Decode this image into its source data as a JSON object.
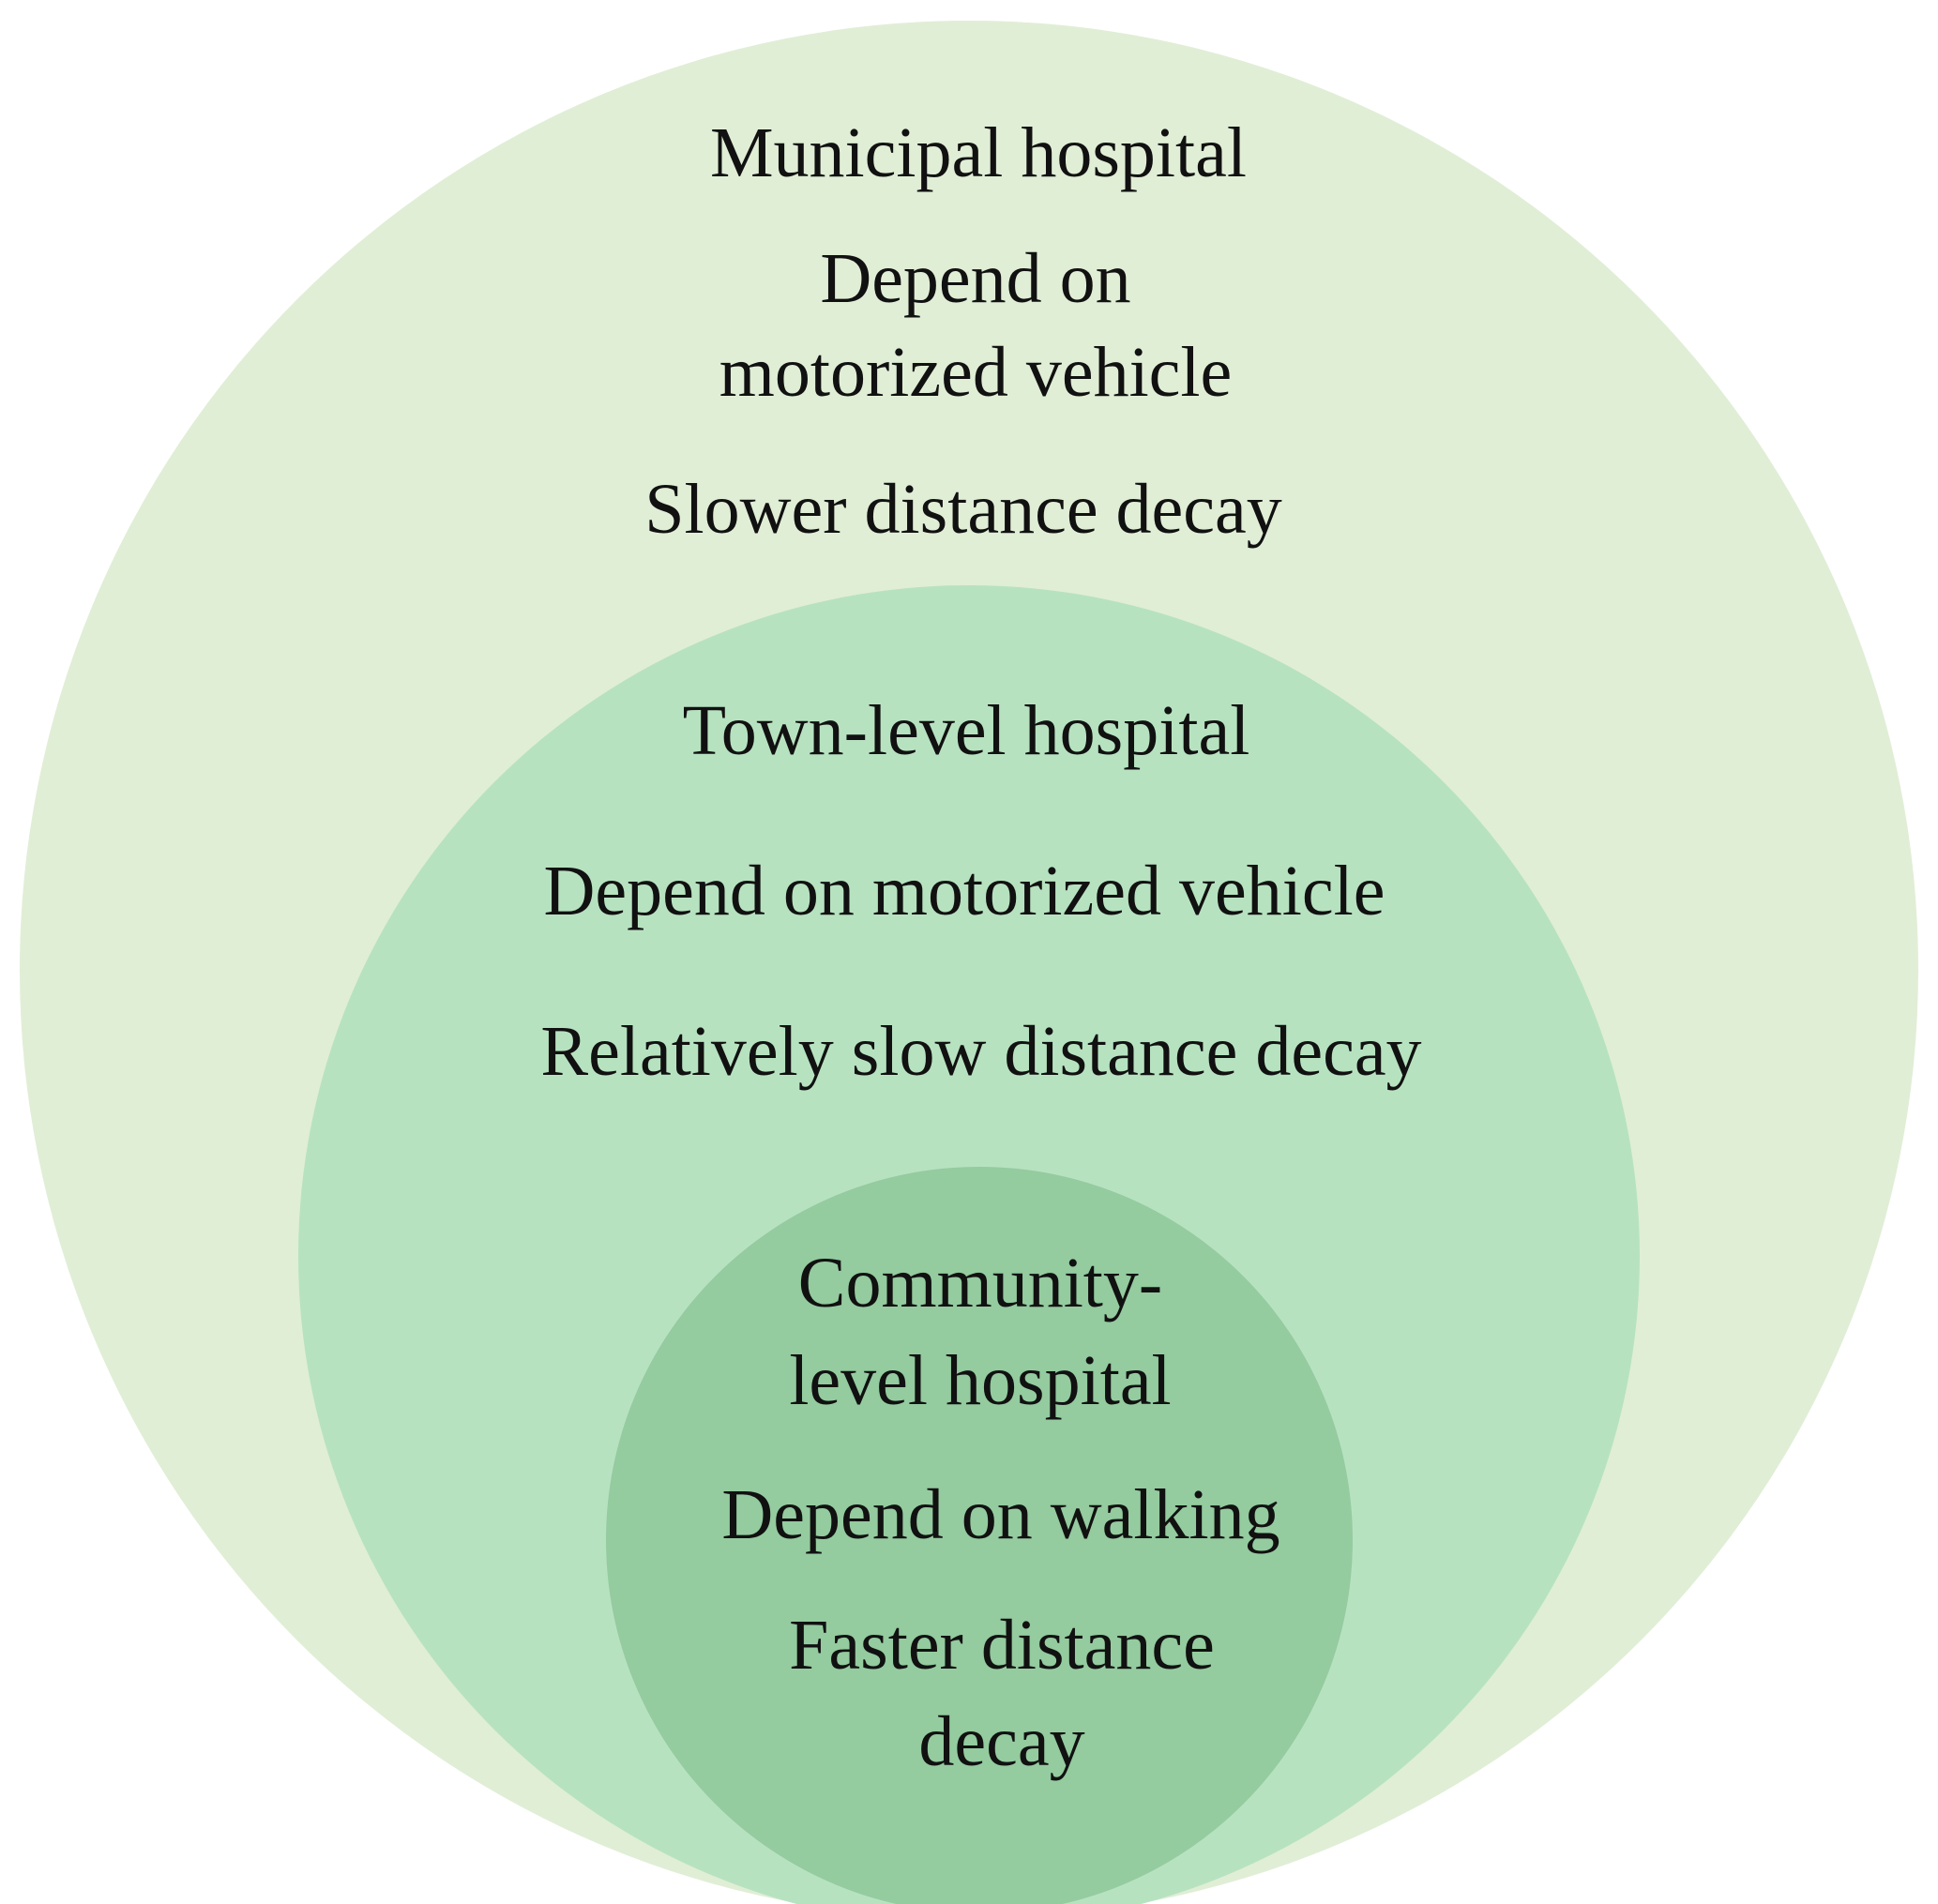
{
  "colors": {
    "outer_fill": "#e0eed6",
    "middle_fill": "#b7e2c0",
    "inner_fill": "#94cb9f",
    "text": "#111111",
    "background": "#ffffff"
  },
  "outer": {
    "title": "Municipal hospital",
    "transport_line1": "Depend on",
    "transport_line2": "motorized vehicle",
    "decay": "Slower distance decay"
  },
  "middle": {
    "title": "Town-level hospital",
    "transport": "Depend on motorized vehicle",
    "decay": "Relatively slow distance decay"
  },
  "inner": {
    "title_line1": "Community-",
    "title_line2": "level hospital",
    "transport": "Depend on walking",
    "decay_line1": "Faster distance",
    "decay_line2": "decay"
  }
}
